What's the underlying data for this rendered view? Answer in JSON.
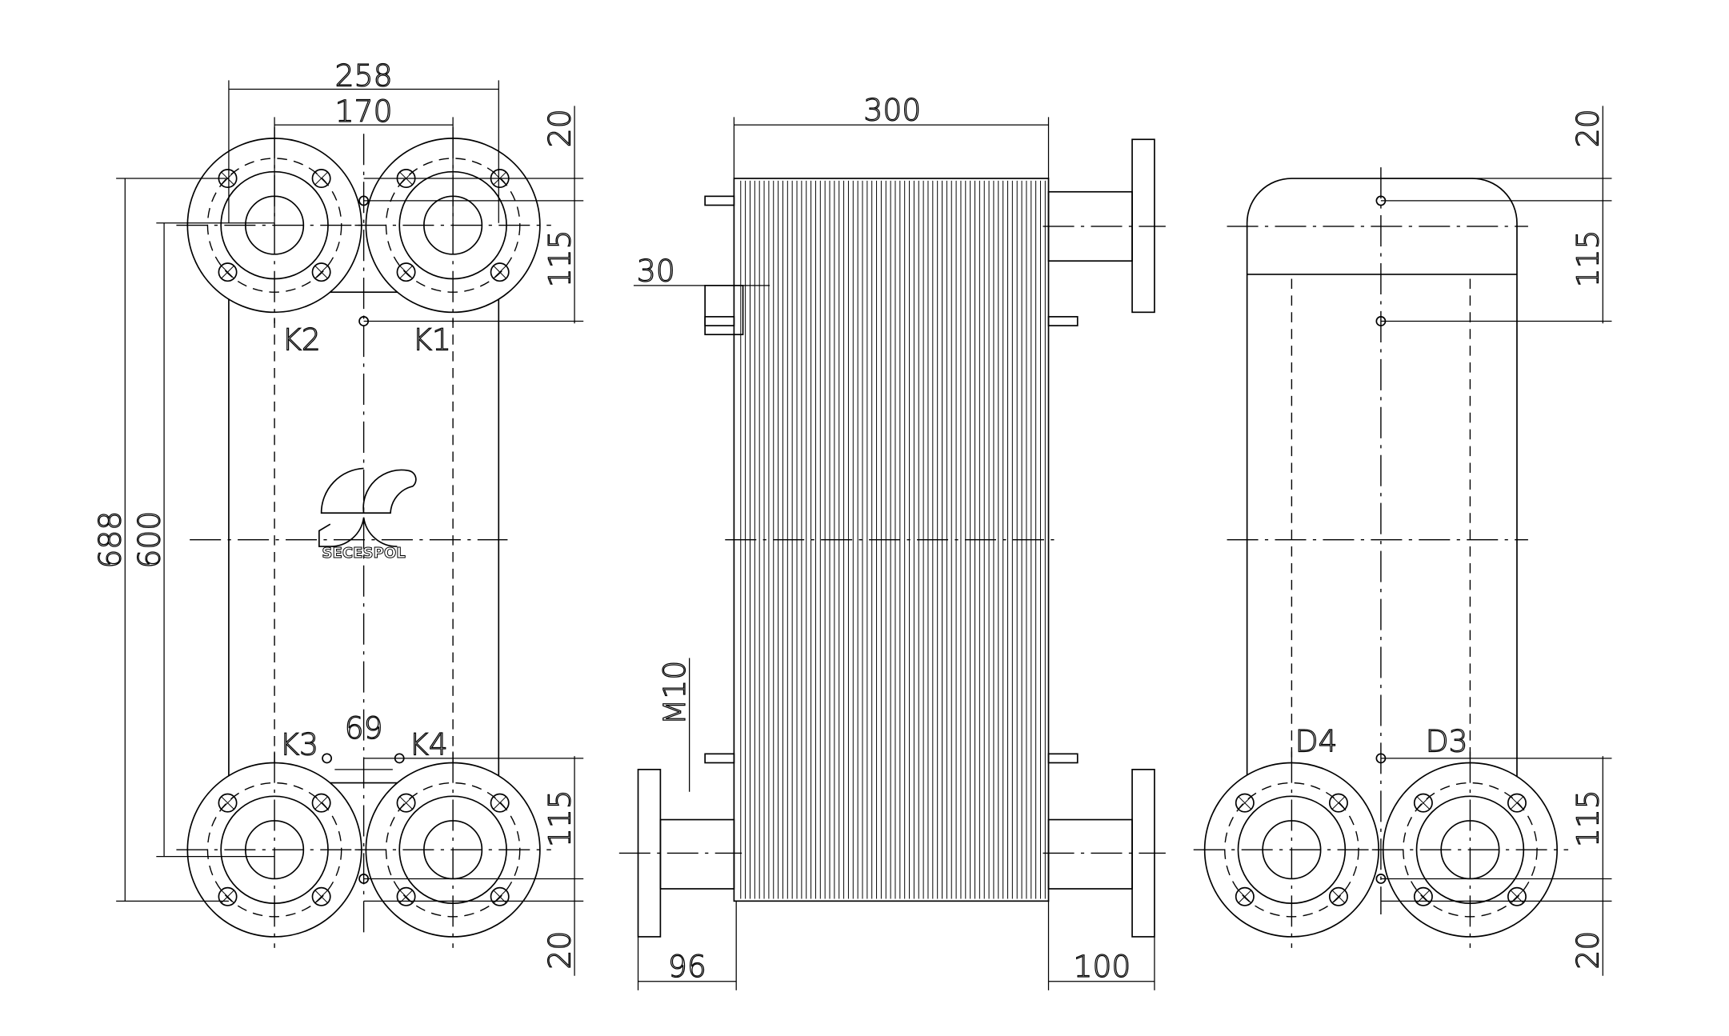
{
  "drawing": {
    "dimensions": {
      "width_258": "258",
      "width_170": "170",
      "height_688": "688",
      "height_600": "600",
      "edge_20": "20",
      "port_115": "115",
      "width_300": "300",
      "bracket_30": "30",
      "thread_m10": "M10",
      "nozzle_96": "96",
      "nozzle_100": "100",
      "spacing_69": "69"
    },
    "ports": {
      "k1": "K1",
      "k2": "K2",
      "k3": "K3",
      "k4": "K4",
      "d3": "D3",
      "d4": "D4"
    },
    "logo_text": "SECESPOL"
  }
}
